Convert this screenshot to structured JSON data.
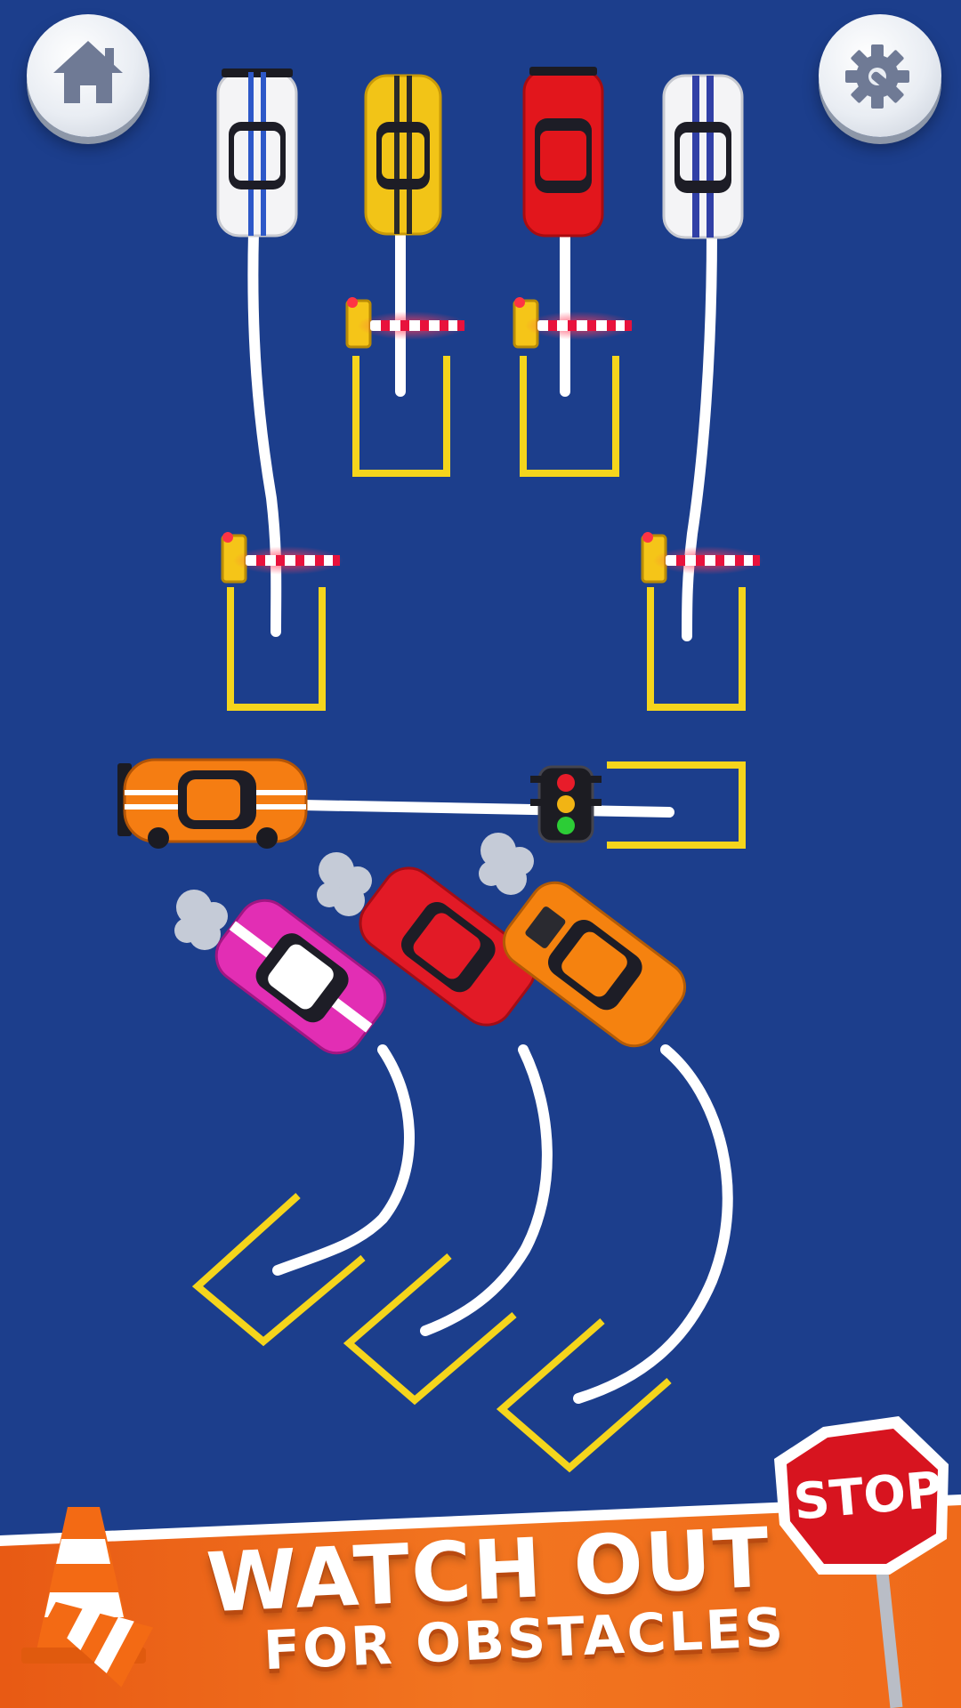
{
  "hud": {
    "home_button": {
      "icon": "home-icon"
    },
    "settings_button": {
      "icon": "gear-wrench-icon"
    }
  },
  "banner": {
    "line1": "WATCH OUT",
    "line2": "FOR  OBSTACLES",
    "sign_text": "STOP"
  },
  "cars": [
    {
      "id": "white-blue-top",
      "color": "#f4f4f6",
      "stripe": "#2d58c8"
    },
    {
      "id": "yellow-top",
      "color": "#f2c417",
      "stripe": "#2a2a2a"
    },
    {
      "id": "red-top",
      "color": "#e2161c",
      "stripe": "none"
    },
    {
      "id": "white-navy-top",
      "color": "#f4f4f6",
      "stripe": "#3140a6"
    },
    {
      "id": "orange-sport",
      "color": "#f57d12",
      "stripe": "#ffffff"
    },
    {
      "id": "pink",
      "color": "#e22eb4",
      "stripe": "#ffffff"
    },
    {
      "id": "red",
      "color": "#e21a26",
      "stripe": "none"
    },
    {
      "id": "orange",
      "color": "#f5820f",
      "stripe": "none"
    }
  ],
  "colors": {
    "board": "#1c3e8c",
    "path": "#ffffff",
    "slot": "#f5d51c",
    "banner": "#ef6c1a",
    "stop_sign": "#d7141f"
  }
}
